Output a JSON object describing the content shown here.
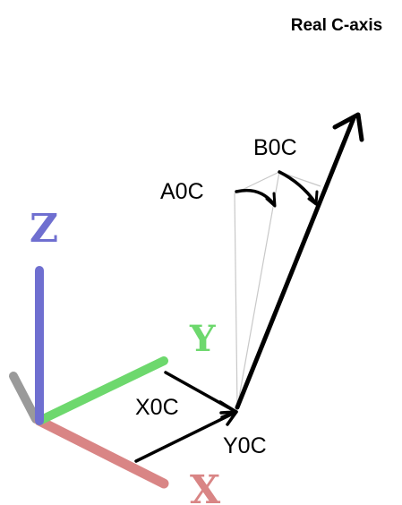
{
  "title": "Real C-axis",
  "axes": {
    "x": {
      "label": "X",
      "color": "#d98585"
    },
    "y": {
      "label": "Y",
      "color": "#6dd86d"
    },
    "z": {
      "label": "Z",
      "color": "#6f6fd0"
    },
    "shadow_color": "#9a9a9a"
  },
  "offsets": {
    "x0c": "X0C",
    "y0c": "Y0C",
    "a0c": "A0C",
    "b0c": "B0C"
  },
  "colors": {
    "vector": "#000000",
    "guide": "#c8c8c8"
  }
}
